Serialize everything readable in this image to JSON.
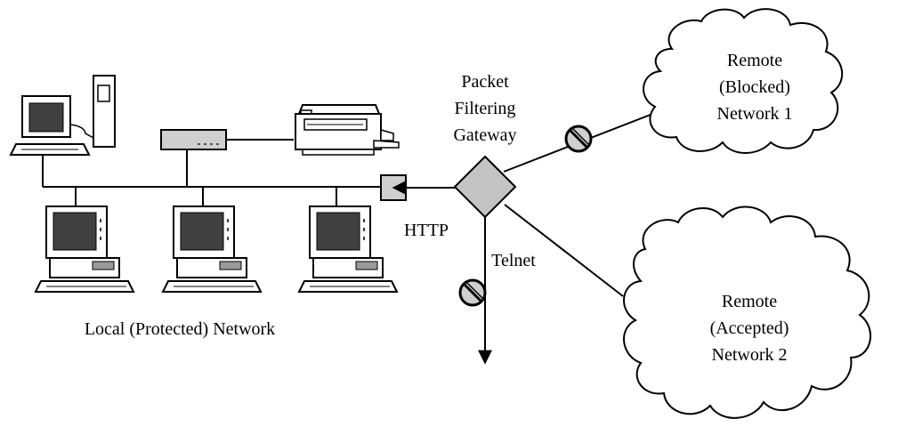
{
  "labels": {
    "gateway_line1": "Packet",
    "gateway_line2": "Filtering",
    "gateway_line3": "Gateway",
    "http": "HTTP",
    "telnet": "Telnet",
    "local_network": "Local (Protected) Network",
    "remote1_line1": "Remote",
    "remote1_line2": "(Blocked)",
    "remote1_line3": "Network 1",
    "remote2_line1": "Remote",
    "remote2_line2": "(Accepted)",
    "remote2_line3": "Network 2"
  },
  "colors": {
    "gateway_fill": "#c4c4c4",
    "screen_fill": "#404040",
    "device_fill": "#cfcfcf",
    "line": "#000000",
    "background": "#ffffff"
  },
  "icons": {
    "blocked": "no-entry-icon",
    "cloud": "cloud-icon",
    "workstation": "workstation-icon",
    "printer": "printer-icon",
    "hub": "hub-icon"
  }
}
